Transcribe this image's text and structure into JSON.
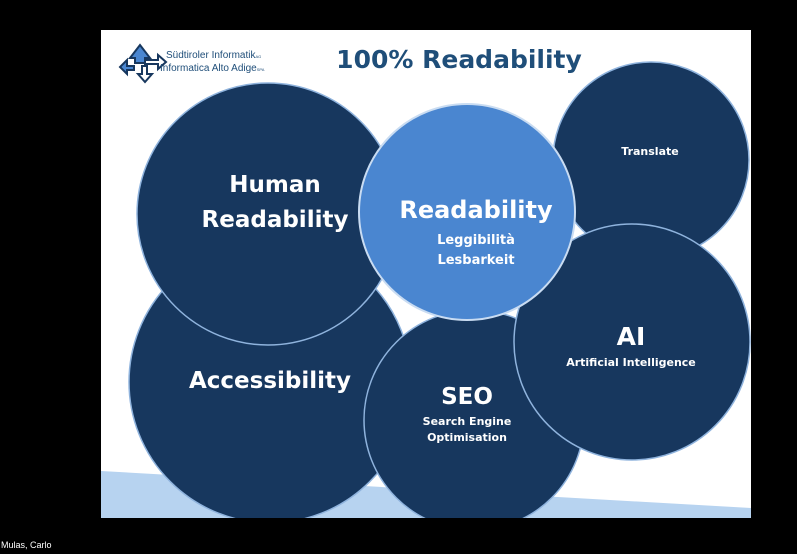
{
  "slide": {
    "title": "100% Readability",
    "logo": {
      "line1": "Südtiroler Informatik",
      "line1_suffix": "AG",
      "line2": "Informatica Alto Adige",
      "line2_suffix": "SPA"
    },
    "circles": {
      "human": {
        "line1": "Human",
        "line2": "Readability"
      },
      "accessibility": {
        "label": "Accessibility"
      },
      "seo": {
        "label": "SEO",
        "sub1": "Search Engine",
        "sub2": "Optimisation"
      },
      "ai": {
        "label": "AI",
        "sub": "Artificial Intelligence"
      },
      "translate": {
        "label": "Translate"
      },
      "readability": {
        "label": "Readability",
        "sub1": "Leggibilità",
        "sub2": "Lesbarkeit"
      }
    },
    "colors": {
      "dark": "#17375e",
      "light": "#4a86d0",
      "band": "#b7d3f0",
      "title": "#1f4e79"
    }
  },
  "participant": {
    "name": "Mulas, Carlo"
  }
}
